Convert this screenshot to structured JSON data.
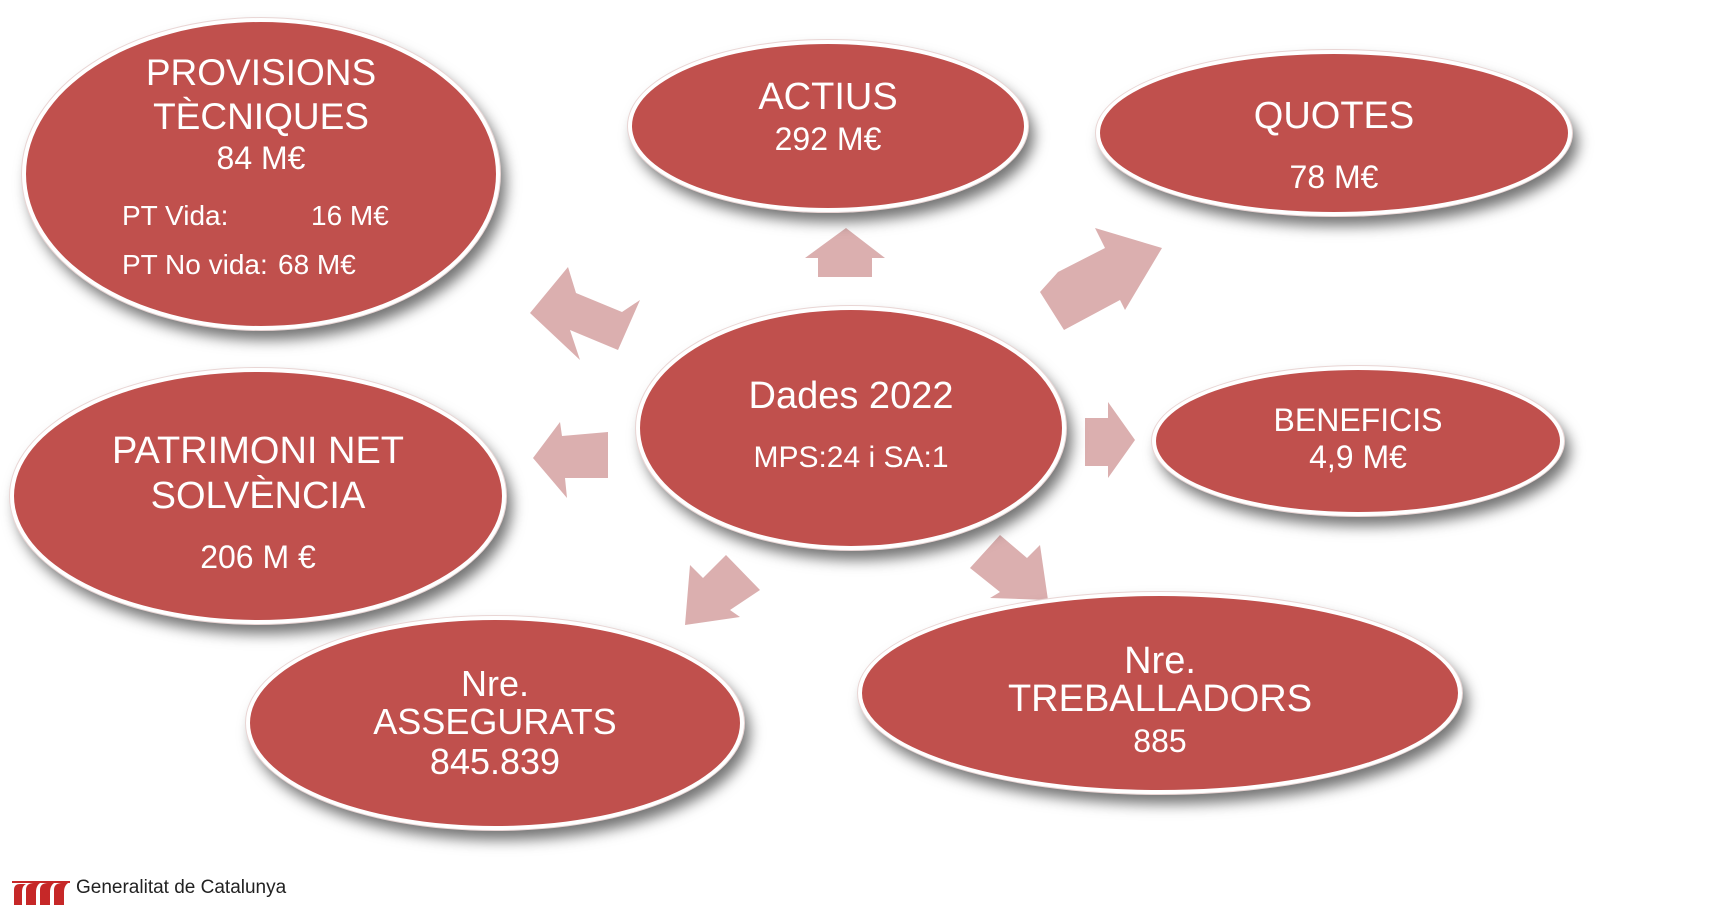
{
  "center": {
    "title": "Dades 2022",
    "subtitle": "MPS:24 i SA:1"
  },
  "nodes": {
    "provisions": {
      "line1": "PROVISIONS",
      "line2": "TÈCNIQUES",
      "value": "84 M€",
      "detail1_label": "PT Vida:",
      "detail1_value": "16 M€",
      "detail2_label": "PT No vida:",
      "detail2_value": "68 M€"
    },
    "actius": {
      "line1": "ACTIUS",
      "value": "292 M€"
    },
    "quotes": {
      "line1": "QUOTES",
      "value": "78 M€"
    },
    "patrimoni": {
      "line1": "PATRIMONI NET",
      "line2": "SOLVÈNCIA",
      "value": "206 M €"
    },
    "beneficis": {
      "line1": "BENEFICIS",
      "value": "4,9 M€"
    },
    "assegurats": {
      "line1": "Nre.",
      "line2": "ASSEGURATS",
      "value": "845.839"
    },
    "treballadors": {
      "line1": "Nre.",
      "line2": "TREBALLADORS",
      "value": "885"
    }
  },
  "footer": {
    "organization": "Generalitat de Catalunya"
  },
  "colors": {
    "node_fill": "#c0504d",
    "arrow_fill": "#dbaeae",
    "text": "#ffffff"
  }
}
